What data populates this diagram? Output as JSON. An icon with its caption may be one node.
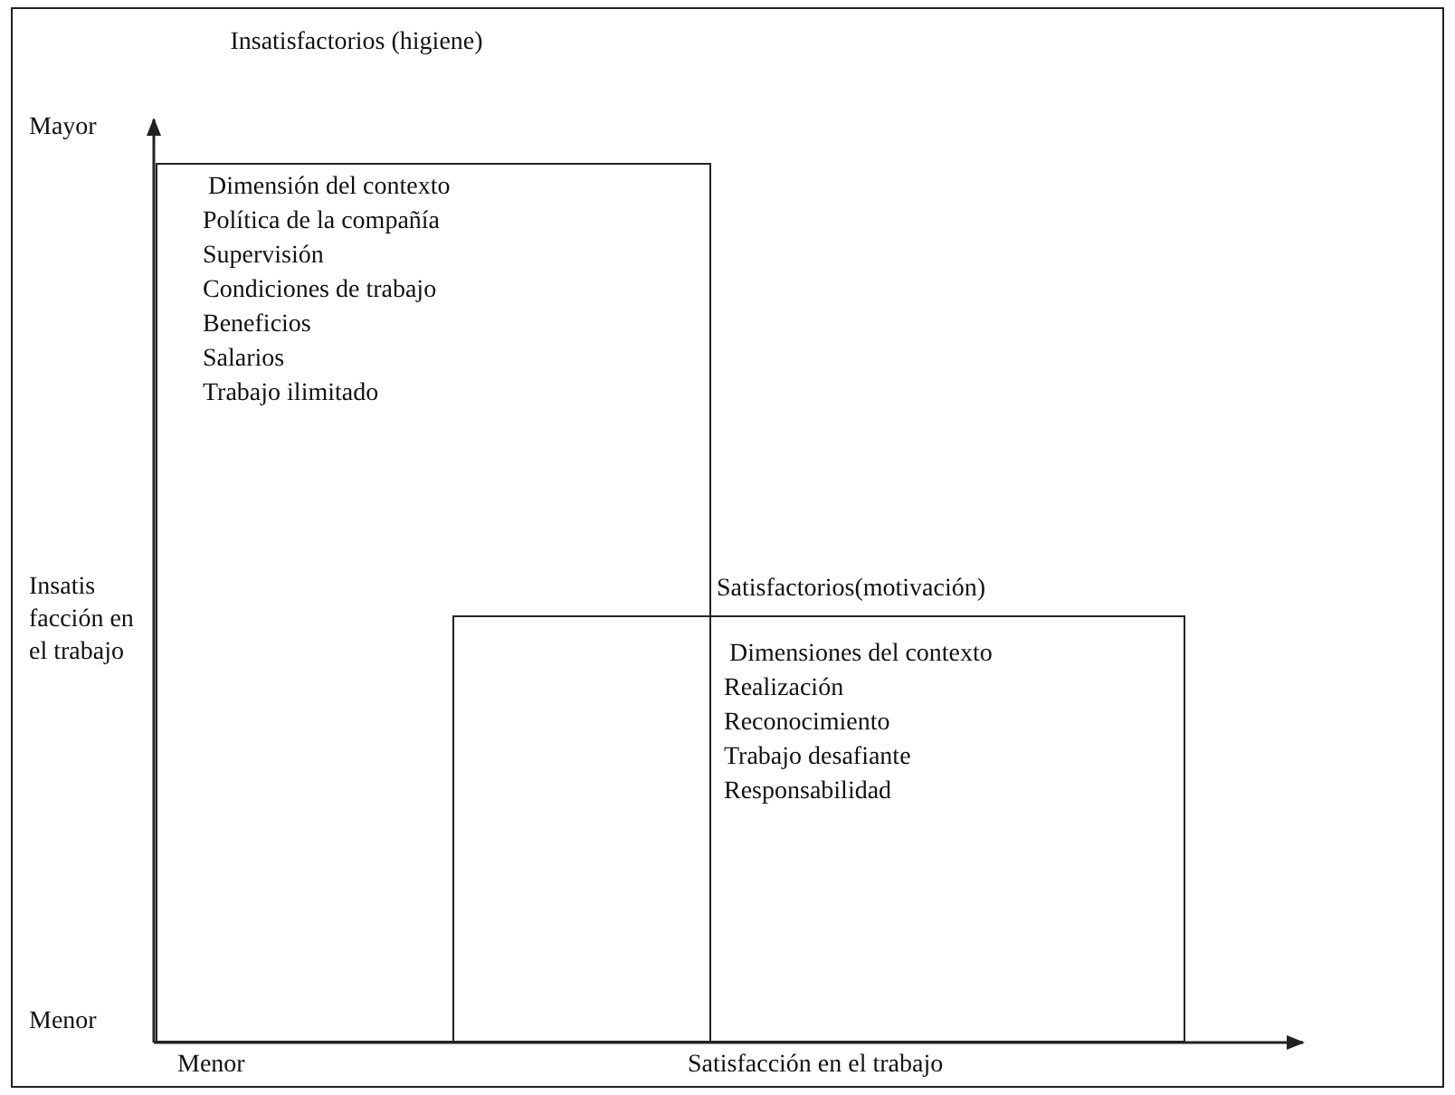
{
  "diagram": {
    "nodes": [
      {
        "text": [
          "Insatisfactorios (higiene)",
          "Dimensión del contexto",
          "Política de la compañía",
          "Supervisión",
          "Condiciones de trabajo",
          "Beneficios",
          "Salarios",
          "Trabajo ilimitado"
        ]
      },
      {
        "text": [
          "Satisfactorios(motivación)",
          "Dimensiones del contexto",
          "Realización",
          "Reconocimiento",
          "Trabajo desafiante",
          "Responsabilidad"
        ]
      }
    ],
    "edges": [],
    "labels": [
      "Mayor",
      "Insatis facción en el trabajo",
      "Menor",
      "Menor",
      "Satisfacción en el trabajo"
    ]
  }
}
